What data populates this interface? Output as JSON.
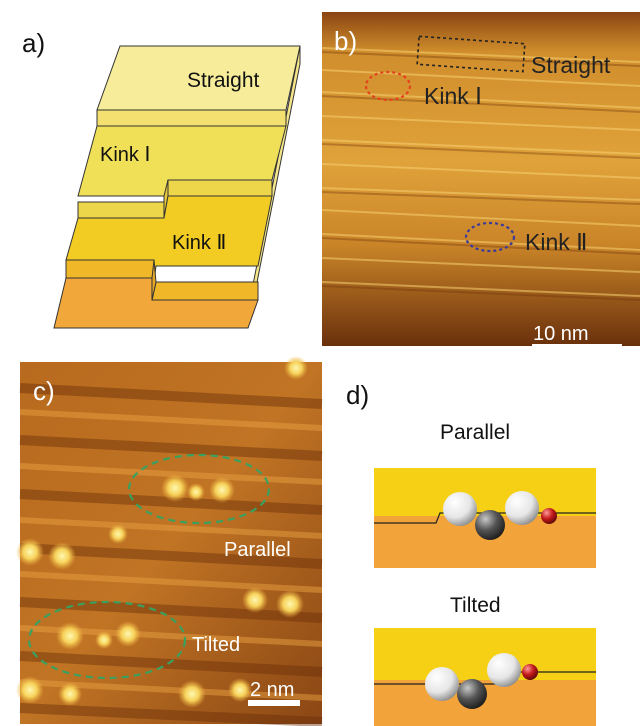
{
  "panels": {
    "a": {
      "label": "a)",
      "straight": "Straight",
      "kink1": "Kink Ⅰ",
      "kink2": "Kink Ⅱ"
    },
    "b": {
      "label": "b)",
      "straight": "Straight",
      "kink1": "Kink Ⅰ",
      "kink2": "Kink Ⅱ",
      "scale": "10 nm"
    },
    "c": {
      "label": "c)",
      "parallel": "Parallel",
      "tilted": "Tilted",
      "scale": "2 nm"
    },
    "d": {
      "label": "d)",
      "parallel": "Parallel",
      "tilted": "Tilted"
    }
  },
  "colors": {
    "step_top": "#f6e88a",
    "step_mid": "#efd85a",
    "step_low": "#e8b838",
    "terrace_bottom": "#f2a73a",
    "stm_dark": "#7a3c10",
    "stm_bright": "#f0c060",
    "kink1_marker": "#e64020",
    "kink2_marker": "#3a3a9a",
    "straight_marker": "#333333",
    "ellipse_green": "#3aa060",
    "schematic_yellow": "#f5d015",
    "schematic_orange": "#f2a43a",
    "atom_red": "#b01818"
  }
}
